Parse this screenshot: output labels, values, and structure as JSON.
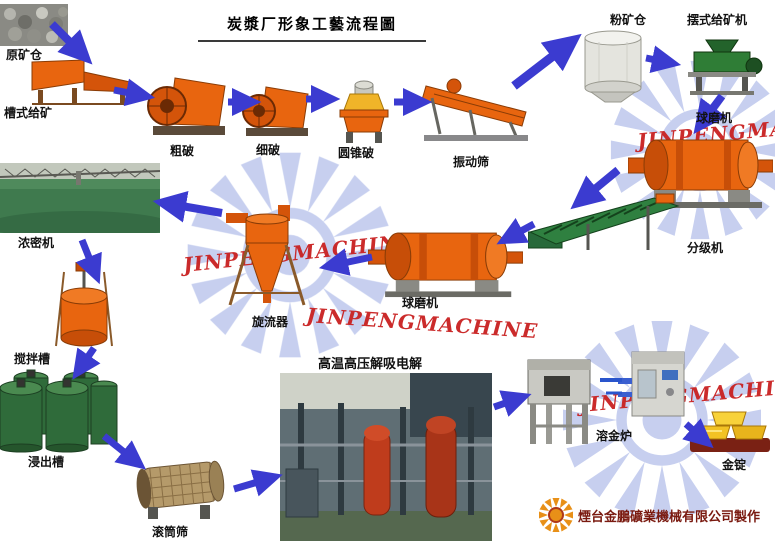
{
  "title": "炭漿厂形象工藝流程圖",
  "watermark": {
    "text": "JINPENGMACHINE"
  },
  "equipment": {
    "raw_ore_bin": {
      "label": "原矿仓"
    },
    "trough_feeder": {
      "label": "槽式给矿"
    },
    "coarse_crusher": {
      "label": "粗破"
    },
    "fine_crusher": {
      "label": "细破"
    },
    "cone_crusher": {
      "label": "圆锥破"
    },
    "vibrating_screen": {
      "label": "振动筛"
    },
    "fine_ore_bin": {
      "label": "粉矿仓"
    },
    "pendulum_feeder": {
      "label": "摆式给矿机"
    },
    "ball_mill_right": {
      "label": "球磨机"
    },
    "classifier": {
      "label": "分级机"
    },
    "ball_mill_center": {
      "label": "球磨机"
    },
    "hydrocyclone": {
      "label": "旋流器"
    },
    "thickener": {
      "label": "浓密机"
    },
    "agitation_tank": {
      "label": "搅拌槽"
    },
    "leaching_tank": {
      "label": "浸出槽"
    },
    "trommel_screen": {
      "label": "滚筒筛"
    },
    "desorption_electrolysis": {
      "label": "高温高压解吸电解"
    },
    "gold_smelting_furnace": {
      "label": "溶金炉"
    },
    "gold_ingot": {
      "label": "金锭"
    }
  },
  "footer": {
    "credit": "煙台金鵬礦業機械有限公司製作"
  },
  "colors": {
    "equipment_orange": "#e8650f",
    "machine_green": "#2f7d36",
    "arrow_blue": "#3b3bd0",
    "watermark_ray": "#b9c4ec",
    "watermark_red": "#c92020",
    "gold": "#f0c030",
    "credit_red": "#7a1a10"
  }
}
